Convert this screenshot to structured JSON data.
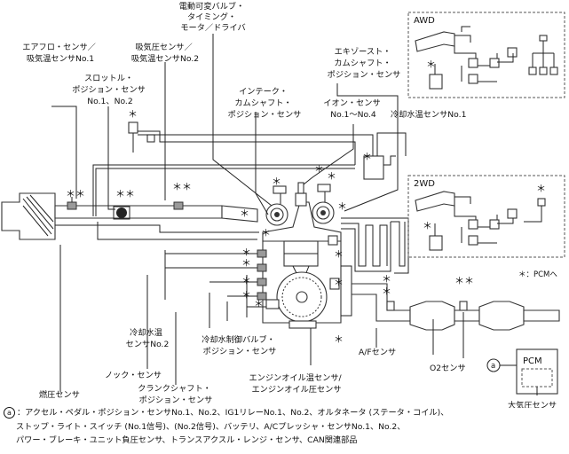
{
  "labels": {
    "vvt_motor": [
      "電動可変バルブ・",
      "タイミング・",
      "モータ／ドライバ"
    ],
    "afm": [
      "エアフロ・センサ／",
      "吸気温センサNo.1"
    ],
    "map": [
      "吸気圧センサ／",
      "吸気温センサNo.2"
    ],
    "throttle": [
      "スロットル・",
      "ポジション・センサ",
      "No.1、No.2"
    ],
    "exhaust_cam": [
      "エキゾースト・",
      "カムシャフト・",
      "ポジション・センサ"
    ],
    "intake_cam": [
      "インテーク・",
      "カムシャフト・",
      "ポジション・センサ"
    ],
    "ion": [
      "イオン・センサ",
      "No.1～No.4"
    ],
    "coolant_no1": "冷却水温センサNo.1",
    "coolant_no2": [
      "冷却水温",
      "センサNo.2"
    ],
    "knock": "ノック・センサ",
    "crank": [
      "クランクシャフト・",
      "ポジション・センサ"
    ],
    "coolant_valve": [
      "冷却水制御バルブ・",
      "ポジション・センサ"
    ],
    "oil": [
      "エンジンオイル温センサ/",
      "エンジンオイル圧センサ"
    ],
    "fuel_pressure": "燃圧センサ",
    "af": "A/Fセンサ",
    "o2": "O2センサ",
    "baro": "大気圧センサ",
    "pcm": "PCM",
    "awd": "AWD",
    "twowd": "2WD",
    "pcm_note": "＊：PCMへ",
    "circle_a": "a",
    "star": "＊",
    "double_star": "＊＊"
  },
  "footnote": {
    "marker": "a",
    "lines": [
      "：アクセル・ペダル・ポジション・センサNo.1、No.2、IG1リレーNo.1、No.2、オルタネータ (ステータ・コイル)、",
      "ストップ・ライト・スイッチ (No.1信号)、(No.2信号)、バッテリ、A/Cプレッシャ・センサNo.1、No.2、",
      "パワー・ブレーキ・ユニット負圧センサ、トランスアクスル・レンジ・センサ、CAN関連部品"
    ]
  }
}
